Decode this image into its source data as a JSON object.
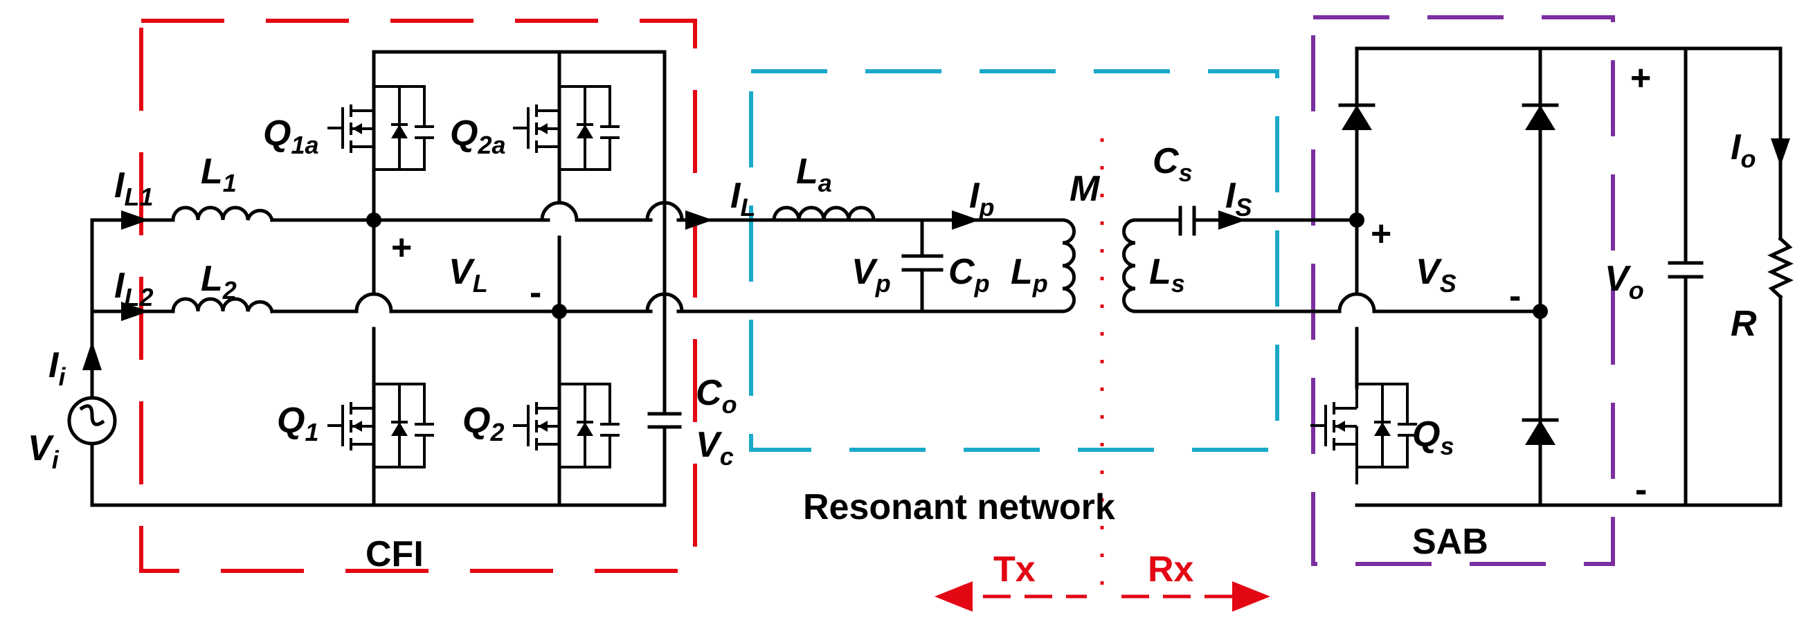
{
  "blocks": {
    "cfi": "CFI",
    "resonant": "Resonant network",
    "sab": "SAB",
    "tx": "Tx",
    "rx": "Rx"
  },
  "labels": {
    "Q1a": {
      "main": "Q",
      "sub": "1a"
    },
    "Q2a": {
      "main": "Q",
      "sub": "2a"
    },
    "Q1": {
      "main": "Q",
      "sub": "1"
    },
    "Q2": {
      "main": "Q",
      "sub": "2"
    },
    "Qs": {
      "main": "Q",
      "sub": "s"
    },
    "L1": {
      "main": "L",
      "sub": "1"
    },
    "L2": {
      "main": "L",
      "sub": "2"
    },
    "IL1": {
      "main": "I",
      "sub": "L1"
    },
    "IL2": {
      "main": "I",
      "sub": "L2"
    },
    "Ii": {
      "main": "I",
      "sub": "i"
    },
    "Vi": {
      "main": "V",
      "sub": "i"
    },
    "VL": {
      "main": "V",
      "sub": "L"
    },
    "Co": {
      "main": "C",
      "sub": "o"
    },
    "Vc": {
      "main": "V",
      "sub": "c"
    },
    "IL": {
      "main": "I",
      "sub": "L"
    },
    "La": {
      "main": "L",
      "sub": "a"
    },
    "Ip": {
      "main": "I",
      "sub": "p"
    },
    "Vp": {
      "main": "V",
      "sub": "p"
    },
    "Cp": {
      "main": "C",
      "sub": "p"
    },
    "Lp": {
      "main": "L",
      "sub": "p"
    },
    "M": "M",
    "Cs": {
      "main": "C",
      "sub": "s"
    },
    "Is": {
      "main": "I",
      "sub": "S"
    },
    "Ls": {
      "main": "L",
      "sub": "s"
    },
    "Vs": {
      "main": "V",
      "sub": "S"
    },
    "Vo": {
      "main": "V",
      "sub": "o"
    },
    "Io": {
      "main": "I",
      "sub": "o"
    },
    "R": "R"
  },
  "signs": {
    "vl_plus": "+",
    "vl_minus": "-",
    "vs_plus": "+",
    "vs_minus": "-",
    "vo_plus": "+",
    "vo_minus": "-"
  },
  "colors": {
    "wire": "#000000",
    "cfi_border": "#e30613",
    "resonant_border": "#1aa9c9",
    "sab_border": "#7b2fa0",
    "divider": "#e30613"
  }
}
